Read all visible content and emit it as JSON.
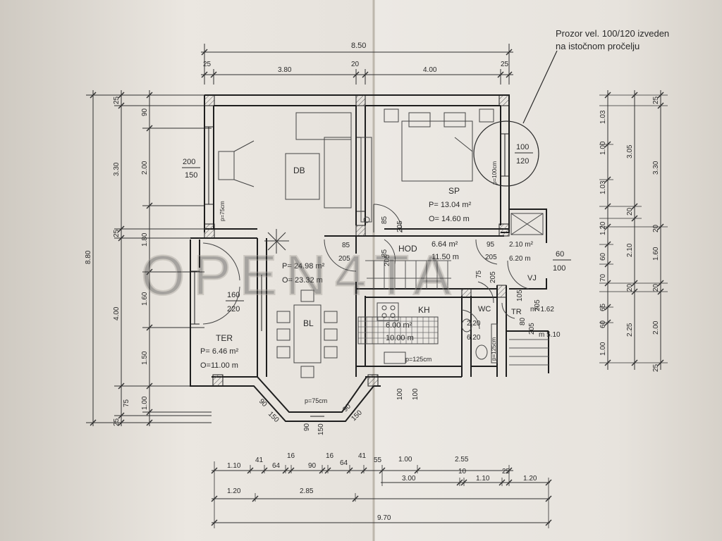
{
  "note": {
    "line1": "Prozor vel. 100/120 izveden",
    "line2": "na istočnom pročelju"
  },
  "watermark": "OPEN4TA",
  "rooms": {
    "db": "DB",
    "sp": {
      "name": "SP",
      "area": "P= 13.04 m²",
      "perimeter": "O= 14.60 m"
    },
    "hod": {
      "name": "HOD",
      "area": "6.64 m²",
      "perimeter": "11.50 m"
    },
    "living": {
      "area": "P= 24.98 m²",
      "perimeter": "O= 23.32 m"
    },
    "bl": "BL",
    "kh": {
      "name": "KH",
      "area": "6.00 m²",
      "perimeter": "10.00 m"
    },
    "wc": {
      "name": "WC",
      "area": "2.20",
      "perimeter": "6.20"
    },
    "vj": {
      "name": "VJ",
      "area": "2.10 m²",
      "perimeter": "6.20 m"
    },
    "tr": {
      "name": "TR",
      "area": "m² 1.62",
      "perimeter": "m 5.10"
    },
    "ter": {
      "name": "TER",
      "area": "P= 6.46 m²",
      "perimeter": "O=11.00 m"
    }
  },
  "top_dims": {
    "overall": "8.50",
    "segments": [
      "25",
      "3.80",
      "20",
      "4.00",
      "25"
    ]
  },
  "left_dims": {
    "outer": "8.80",
    "mid": [
      "25",
      "3.30",
      "25",
      "4.00",
      "25"
    ],
    "inner": [
      "90",
      "2.00",
      "1.80",
      "1.60",
      "1.50",
      "75",
      "1.00"
    ]
  },
  "right_dims": {
    "a": [
      "1.03",
      "1.00",
      "1.03",
      "1.20",
      "60",
      "70",
      "65",
      "60",
      "1.00"
    ],
    "b": [
      "3.05",
      "20",
      "2.10",
      "20",
      "2.25"
    ],
    "c": [
      "25",
      "3.30",
      "20",
      "1.60",
      "20",
      "2.00",
      "25"
    ]
  },
  "bottom_dims": {
    "row1": [
      "1.10",
      "41",
      "64",
      "16",
      "90",
      "16",
      "64",
      "41",
      "55",
      "1.00",
      "2.55"
    ],
    "row2": [
      "1.20",
      "2.85",
      "3.00",
      "10",
      "1.10",
      "25",
      "1.20"
    ],
    "overall": "9.70"
  },
  "windows": {
    "w_db": [
      "200",
      "150"
    ],
    "w_ter": [
      "160",
      "220"
    ],
    "w_sp": [
      "100",
      "120"
    ],
    "w_vj": [
      "60",
      "100"
    ],
    "w_kh": [
      "100",
      "100"
    ],
    "w_bay_l": [
      "90",
      "150"
    ],
    "w_bay_c": [
      "90",
      "150"
    ],
    "w_bay_r": [
      "90",
      "150"
    ]
  },
  "doors": {
    "d1": [
      "85",
      "205"
    ],
    "d2": [
      "85",
      "205"
    ],
    "d3": [
      "95",
      "205"
    ],
    "d4": [
      "75",
      "205"
    ],
    "d5": [
      "105",
      "205"
    ],
    "d6": [
      "80",
      "205"
    ],
    "sp_door": [
      "85",
      "205"
    ]
  },
  "small_labels": {
    "p75_db": "p=75cm",
    "p100_sp": "p=100cm",
    "p75_bay": "p=75cm",
    "p125_kh": "p=125cm",
    "p125_wc": "p=125cm"
  }
}
